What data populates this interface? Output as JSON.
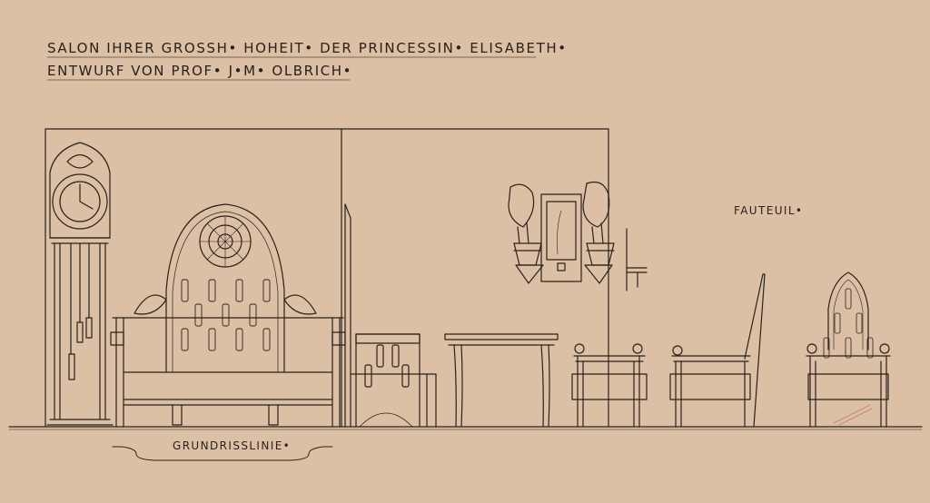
{
  "drawing": {
    "title_line_1": "SALON IHRER GROSSH• HOHEIT• DER PRINCESSIN• ELISABETH•",
    "title_line_2": "ENTWURF VON PROF• J•M• OLBRICH•",
    "label_fauteuil": "FAUTEUIL•",
    "label_grundrisslinie": "GRUNDRISSLINIE•"
  },
  "colors": {
    "paper": "#dcc0a6",
    "ink": "#2a211a",
    "ink_light": "#5a4838"
  },
  "icons": [
    "clock-icon",
    "rosette-icon",
    "mirror-icon",
    "plant-icon"
  ]
}
